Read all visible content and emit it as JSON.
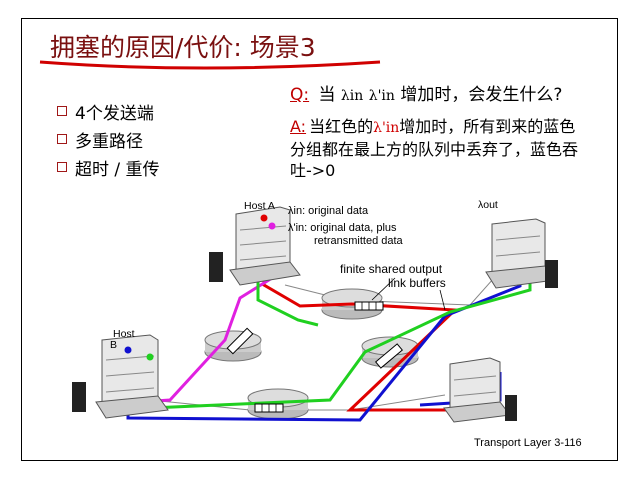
{
  "title": "拥塞的原因/代价: 场景3",
  "bullets": [
    "4个发送端",
    "多重路径",
    "超时 / 重传"
  ],
  "question": {
    "label": "Q:",
    "pre": "当",
    "lambda_in": "λin",
    "lambda_in_prime": "λ'in",
    "post": "增加时，会发生什么?"
  },
  "answer": {
    "label": "A:",
    "text_pre": "当红色的",
    "lambda_red": "λ'in",
    "text_post": "增加时，所有到来的蓝色分组都在最上方的队列中丢弃了，蓝色吞吐->0"
  },
  "diagram": {
    "host_a": "Host A",
    "host_b_line1": "Host",
    "host_b_line2": "B",
    "lambda_out": "λout",
    "legend_lambda_in": "λin",
    "legend_lambda_in_text": ": original data",
    "legend_lambda_prime": "λ'in",
    "legend_lambda_prime_text_1": ": original data, plus",
    "legend_lambda_prime_text_2": "retransmitted data",
    "buffers_label_1": "finite shared output",
    "buffers_label_2": "link buffers"
  },
  "colors": {
    "title": "#7a1010",
    "accent_red": "#d00000",
    "flow_red": "#e00000",
    "flow_blue": "#1010d0",
    "flow_green": "#20d020",
    "flow_magenta": "#e020e0"
  },
  "footer": "Transport Layer 3-116"
}
